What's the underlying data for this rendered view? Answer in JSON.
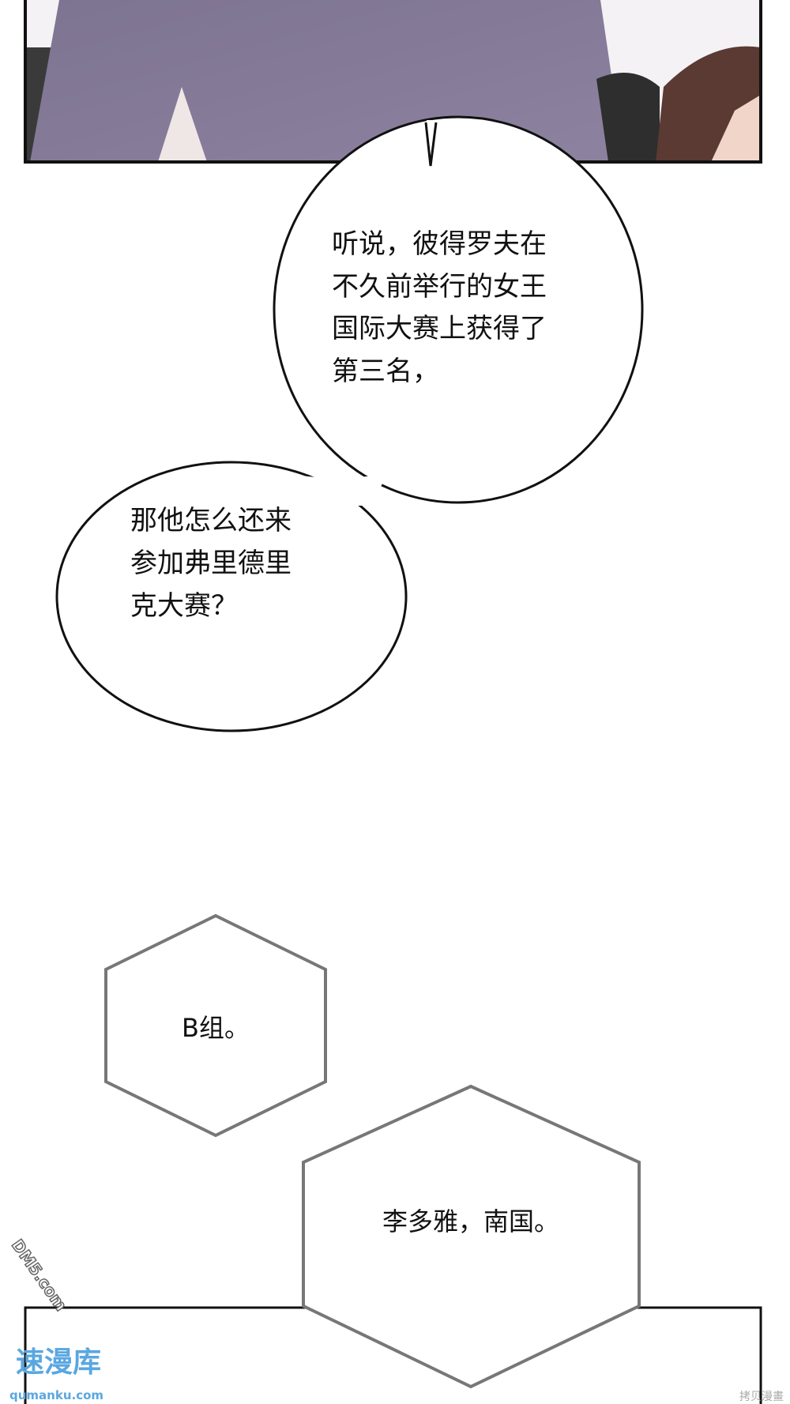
{
  "bubble_1": {
    "lines": [
      "听说，彼得罗夫在",
      "不久前举行的女王",
      "国际大赛上获得了",
      "第三名，"
    ]
  },
  "bubble_2": {
    "lines": [
      "那他怎么还来",
      "参加弗里德里",
      "克大赛？"
    ]
  },
  "caption_1": {
    "text": "B组。"
  },
  "caption_2": {
    "text": "李多雅，南国。"
  },
  "watermarks": {
    "left_main": "速漫库",
    "left_url": "qumanku.com",
    "left_logo": "DM5.com",
    "right": "拷贝漫畫"
  },
  "colors": {
    "coat": "#857a98",
    "hair": "#5a3a32",
    "frame": "#111111",
    "hex_border": "#777777",
    "watermark_blue": "#5aa7e0"
  }
}
